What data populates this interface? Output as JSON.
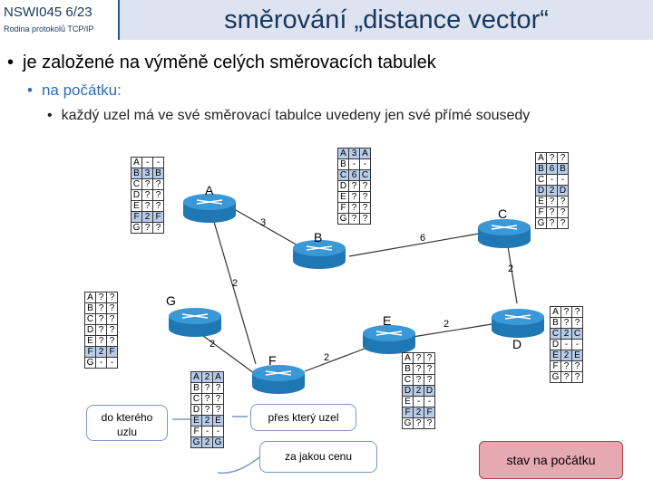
{
  "header": {
    "course": "NSWI045   6/23",
    "subtitle": "Rodina protokolů TCP/IP",
    "title": "směrování „distance vector“"
  },
  "bullets": {
    "level1": "je založené na výměně celých směrovacích tabulek",
    "level2": "na počátku:",
    "level3": "každý uzel má ve své směrovací tabulce uvedeny jen své přímé sousedy"
  },
  "nodes": {
    "A": "A",
    "B": "B",
    "C": "C",
    "D": "D",
    "E": "E",
    "F": "F",
    "G": "G"
  },
  "edges": {
    "AB": "3",
    "BC": "6",
    "CD": "2",
    "AF": "2",
    "GF": "2",
    "FE": "2",
    "ED": "2"
  },
  "tables": {
    "A": [
      [
        "A",
        "-",
        "-"
      ],
      [
        "B",
        "3",
        "B"
      ],
      [
        "C",
        "?",
        "?"
      ],
      [
        "D",
        "?",
        "?"
      ],
      [
        "E",
        "?",
        "?"
      ],
      [
        "F",
        "2",
        "F"
      ],
      [
        "G",
        "?",
        "?"
      ]
    ],
    "B": [
      [
        "A",
        "3",
        "A"
      ],
      [
        "B",
        "-",
        "-"
      ],
      [
        "C",
        "6",
        "C"
      ],
      [
        "D",
        "?",
        "?"
      ],
      [
        "E",
        "?",
        "?"
      ],
      [
        "F",
        "?",
        "?"
      ],
      [
        "G",
        "?",
        "?"
      ]
    ],
    "C": [
      [
        "A",
        "?",
        "?"
      ],
      [
        "B",
        "6",
        "B"
      ],
      [
        "C",
        "-",
        "-"
      ],
      [
        "D",
        "2",
        "D"
      ],
      [
        "E",
        "?",
        "?"
      ],
      [
        "F",
        "?",
        "?"
      ],
      [
        "G",
        "?",
        "?"
      ]
    ],
    "D": [
      [
        "A",
        "?",
        "?"
      ],
      [
        "B",
        "?",
        "?"
      ],
      [
        "C",
        "2",
        "C"
      ],
      [
        "D",
        "-",
        "-"
      ],
      [
        "E",
        "2",
        "E"
      ],
      [
        "F",
        "?",
        "?"
      ],
      [
        "G",
        "?",
        "?"
      ]
    ],
    "E": [
      [
        "A",
        "?",
        "?"
      ],
      [
        "B",
        "?",
        "?"
      ],
      [
        "C",
        "?",
        "?"
      ],
      [
        "D",
        "2",
        "D"
      ],
      [
        "E",
        "-",
        "-"
      ],
      [
        "F",
        "2",
        "F"
      ],
      [
        "G",
        "?",
        "?"
      ]
    ],
    "F": [
      [
        "A",
        "2",
        "A"
      ],
      [
        "B",
        "?",
        "?"
      ],
      [
        "C",
        "?",
        "?"
      ],
      [
        "D",
        "?",
        "?"
      ],
      [
        "E",
        "2",
        "E"
      ],
      [
        "F",
        "-",
        "-"
      ],
      [
        "G",
        "2",
        "G"
      ]
    ],
    "G": [
      [
        "A",
        "?",
        "?"
      ],
      [
        "B",
        "?",
        "?"
      ],
      [
        "C",
        "?",
        "?"
      ],
      [
        "D",
        "?",
        "?"
      ],
      [
        "E",
        "?",
        "?"
      ],
      [
        "F",
        "2",
        "F"
      ],
      [
        "G",
        "-",
        "-"
      ]
    ]
  },
  "callouts": {
    "dest": "do kterého uzlu",
    "via": "přes který uzel",
    "cost": "za jakou cenu"
  },
  "state_label": "stav na počátku",
  "colors": {
    "highlight": "#b8cce8",
    "title": "#17375e",
    "bullet2": "#2e6db4",
    "state": "#e6a9b2"
  }
}
